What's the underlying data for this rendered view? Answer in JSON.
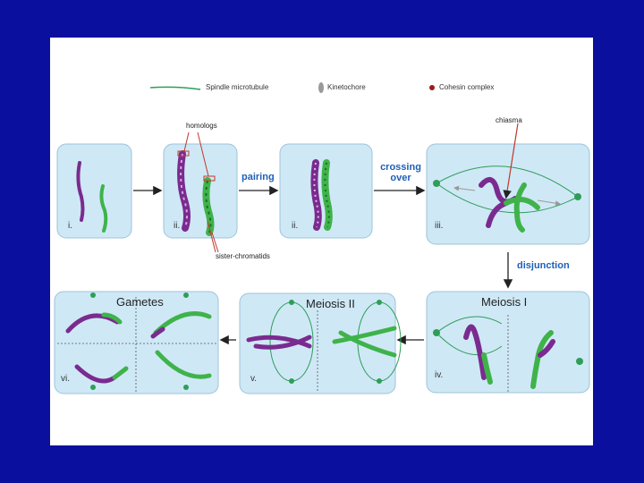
{
  "colors": {
    "background": "#0a0f9e",
    "panel_fill": "#cfe8f6",
    "homolog_purple": "#7a2b8f",
    "homolog_green": "#3fb34a",
    "spindle": "#2e9e57",
    "cohesin": "#9b1b1b",
    "step_text": "#1f5fb8"
  },
  "legend": {
    "spindle_label": "Spindle microtubule",
    "kinetochore_label": "Kinetochore",
    "cohesin_label": "Cohesin complex"
  },
  "callouts": {
    "homologs": "homologs",
    "sister_chromatids": "sister-chromatids",
    "chiasma": "chiasma"
  },
  "steps": {
    "pairing": "pairing",
    "crossing_line1": "crossing",
    "crossing_line2": "over",
    "disjunction": "disjunction"
  },
  "panels": {
    "p1_label": "i.",
    "p2_label": "ii.",
    "p3_label": "ii.",
    "p4_label": "iii.",
    "p5_label": "iv.",
    "p5_title": "Meiosis I",
    "p6_label": "v.",
    "p6_title": "Meiosis II",
    "p7_label": "vi.",
    "p7_title": "Gametes"
  }
}
